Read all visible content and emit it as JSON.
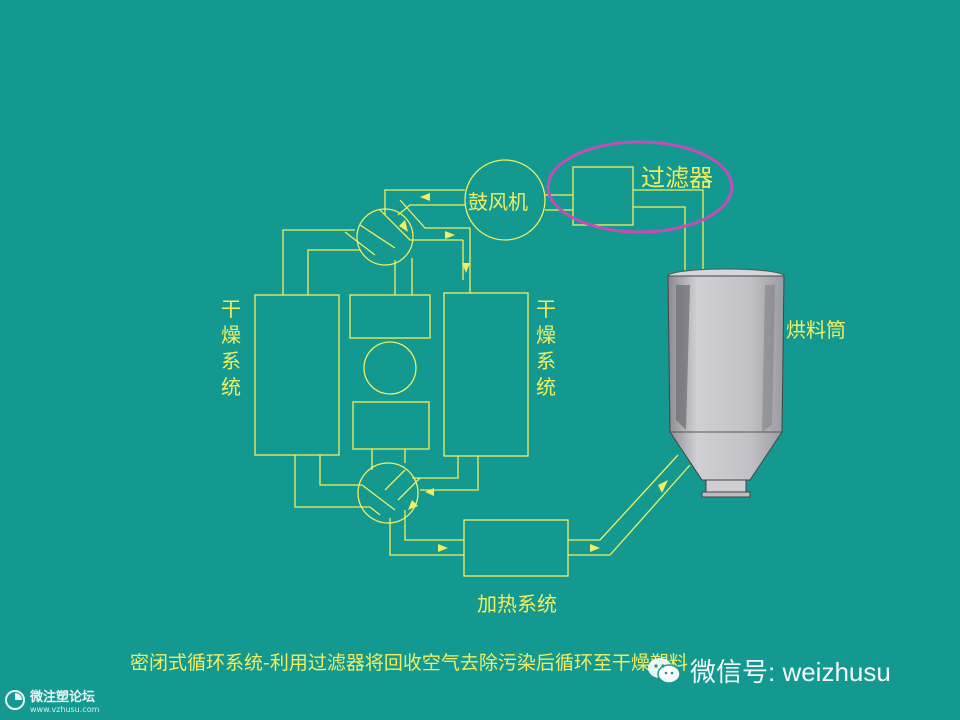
{
  "labels": {
    "blower": "鼓风机",
    "filter": "过滤器",
    "hopper": "烘料筒",
    "heater": "加热系统",
    "dryer_left": [
      "干",
      "燥",
      "系",
      "统"
    ],
    "dryer_right": [
      "干",
      "燥",
      "系",
      "统"
    ]
  },
  "caption": "密闭式循环系统-利用过滤器将回收空气去除污染后循环至干燥塑料",
  "watermark": {
    "wechat": "微信号: weizhusu",
    "forum_name": "微注塑论坛",
    "forum_url": "www.vzhusu.com"
  },
  "colors": {
    "background": "#13998f",
    "line": "#f1ee62",
    "highlight_ellipse": "#c24fb8",
    "hopper_body": "#bfbfc4"
  },
  "icons": [
    "wechat-icon",
    "forum-logo-icon",
    "flow-arrow-icon"
  ]
}
